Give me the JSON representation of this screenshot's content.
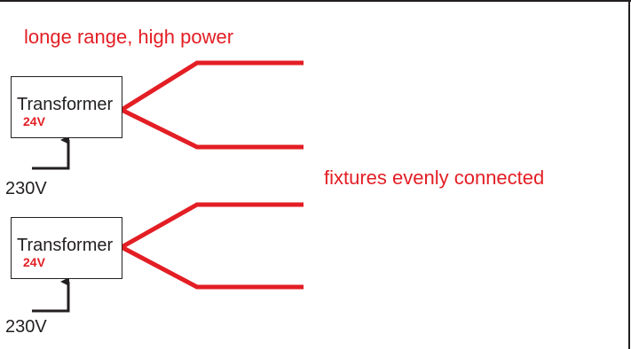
{
  "heading": "longe range, high power",
  "fixtures_note": "fixtures evenly connected",
  "transformers": [
    {
      "label": "Transformer",
      "voltage": "24V",
      "input": "230V"
    },
    {
      "label": "Transformer",
      "voltage": "24V",
      "input": "230V"
    }
  ],
  "colors": {
    "accent_red": "#e31e24",
    "line_dark": "#231f20",
    "background": "#ffffff"
  }
}
